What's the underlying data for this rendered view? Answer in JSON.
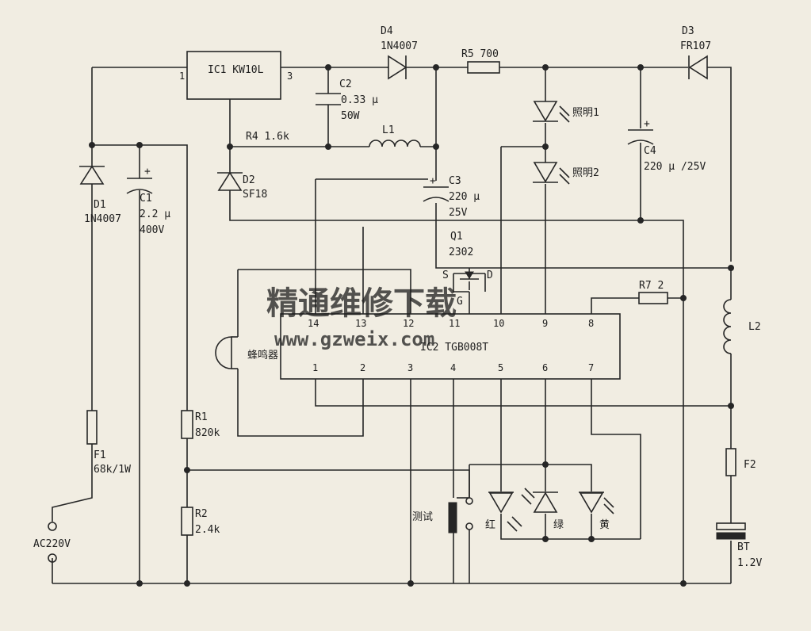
{
  "ic1": {
    "name": "IC1 KW10L",
    "pin_in": "1",
    "pin_out": "3"
  },
  "ic2": {
    "name": "IC2 TGB008T",
    "top_pins": [
      "14",
      "13",
      "12",
      "11",
      "10",
      "9",
      "8"
    ],
    "bottom_pins": [
      "1",
      "2",
      "3",
      "4",
      "5",
      "6",
      "7"
    ]
  },
  "q1": {
    "name": "Q1",
    "part": "2302",
    "s": "S",
    "d": "D",
    "g": "G"
  },
  "d1": {
    "name": "D1",
    "part": "1N4007"
  },
  "d2": {
    "name": "D2",
    "part": "SF18"
  },
  "d3": {
    "name": "D3",
    "part": "FR107"
  },
  "d4": {
    "name": "D4",
    "part": "1N4007"
  },
  "c1": {
    "name": "C1",
    "v1": "2.2 μ",
    "v2": "400V"
  },
  "c2": {
    "name": "C2",
    "v1": "0.33 μ",
    "v2": "50W"
  },
  "c3": {
    "name": "C3",
    "v1": "220 μ",
    "v2": "25V"
  },
  "c4": {
    "name": "C4",
    "v1": "220 μ /25V"
  },
  "r1": {
    "name": "R1",
    "value": "820k"
  },
  "r2": {
    "name": "R2",
    "value": "2.4k"
  },
  "r4": {
    "label": "R4 1.6k"
  },
  "r5": {
    "label": "R5 700"
  },
  "r7": {
    "label": "R7 2"
  },
  "l1": {
    "name": "L1"
  },
  "l2": {
    "name": "L2"
  },
  "f1": {
    "name": "F1",
    "value": "68k/1W"
  },
  "f2": {
    "name": "F2"
  },
  "bt": {
    "name": "BT",
    "value": "1.2V"
  },
  "ac": {
    "label": "AC220V"
  },
  "buzzer": {
    "label": "蜂鸣器"
  },
  "test_switch": {
    "label": "测试"
  },
  "leds": {
    "light1": "照明1",
    "light2": "照明2",
    "red": "红",
    "green": "绿",
    "yellow": "黄"
  },
  "watermark": {
    "cn": "精通维修下载",
    "url": "www.gzweix.com"
  },
  "plus_sign": "+"
}
